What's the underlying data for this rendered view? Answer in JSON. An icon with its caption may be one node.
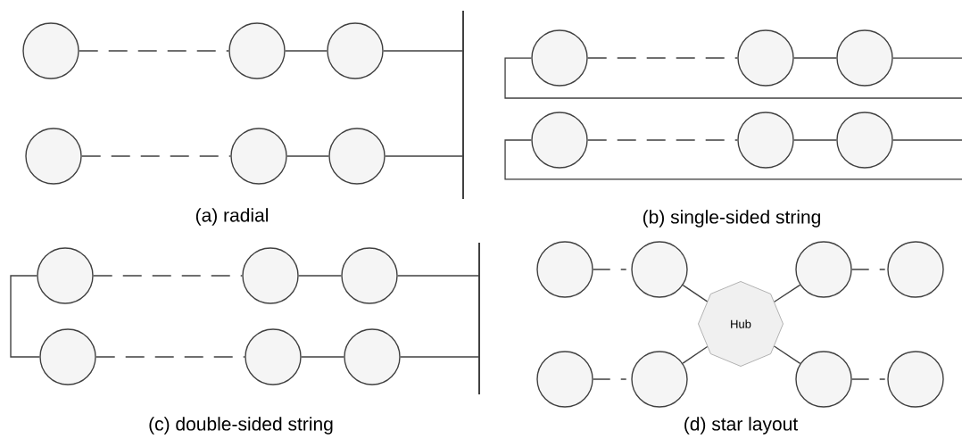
{
  "diagram": {
    "nodes": [
      {
        "text": [],
        "shape": "circle"
      },
      {
        "text": [],
        "shape": "circle"
      },
      {
        "text": [],
        "shape": "circle"
      },
      {
        "text": [],
        "shape": "circle"
      },
      {
        "text": [],
        "shape": "circle"
      },
      {
        "text": [],
        "shape": "circle"
      },
      {
        "text": [],
        "shape": "bar"
      },
      {
        "text": [],
        "shape": "circle"
      },
      {
        "text": [],
        "shape": "circle"
      },
      {
        "text": [],
        "shape": "circle"
      },
      {
        "text": [],
        "shape": "circle"
      },
      {
        "text": [],
        "shape": "circle"
      },
      {
        "text": [],
        "shape": "circle"
      },
      {
        "text": [],
        "shape": "circle"
      },
      {
        "text": [],
        "shape": "circle"
      },
      {
        "text": [],
        "shape": "circle"
      },
      {
        "text": [],
        "shape": "circle"
      },
      {
        "text": [],
        "shape": "circle"
      },
      {
        "text": [],
        "shape": "circle"
      },
      {
        "text": [],
        "shape": "bar"
      },
      {
        "text": [],
        "shape": "circle"
      },
      {
        "text": [],
        "shape": "circle"
      },
      {
        "text": [],
        "shape": "circle"
      },
      {
        "text": [],
        "shape": "circle"
      },
      {
        "text": [
          "Hub"
        ]
      },
      {
        "text": [],
        "shape": "circle"
      },
      {
        "text": [],
        "shape": "circle"
      },
      {
        "text": [],
        "shape": "circle"
      },
      {
        "text": [],
        "shape": "circle"
      }
    ],
    "edges": [
      {
        "from": 0,
        "to": 1,
        "arrow": "none",
        "style": "dashed"
      },
      {
        "from": 1,
        "to": 2,
        "arrow": "none"
      },
      {
        "from": 2,
        "to": 6,
        "arrow": "none"
      },
      {
        "from": 3,
        "to": 4,
        "arrow": "none",
        "style": "dashed"
      },
      {
        "from": 4,
        "to": 5,
        "arrow": "none"
      },
      {
        "from": 5,
        "to": 6,
        "arrow": "none"
      },
      {
        "from": 7,
        "to": 8,
        "arrow": "none",
        "style": "dashed"
      },
      {
        "from": 8,
        "to": 9,
        "arrow": "none"
      },
      {
        "from": 9,
        "to": null,
        "arrow": "none"
      },
      {
        "from": null,
        "to": 7,
        "arrow": "none"
      },
      {
        "from": 10,
        "to": 11,
        "arrow": "none",
        "style": "dashed"
      },
      {
        "from": 11,
        "to": 12,
        "arrow": "none"
      },
      {
        "from": 12,
        "to": null,
        "arrow": "none"
      },
      {
        "from": null,
        "to": 10,
        "arrow": "none"
      },
      {
        "from": 13,
        "to": 14,
        "arrow": "none",
        "style": "dashed"
      },
      {
        "from": 14,
        "to": 15,
        "arrow": "none"
      },
      {
        "from": 15,
        "to": 19,
        "arrow": "none"
      },
      {
        "from": 16,
        "to": 17,
        "arrow": "none",
        "style": "dashed"
      },
      {
        "from": 17,
        "to": 18,
        "arrow": "none"
      },
      {
        "from": 18,
        "to": 19,
        "arrow": "none"
      },
      {
        "from": 13,
        "to": 16,
        "arrow": "none"
      },
      {
        "from": 20,
        "to": 21,
        "arrow": "none",
        "style": "dashed"
      },
      {
        "from": 21,
        "to": 24,
        "arrow": "none"
      },
      {
        "from": 24,
        "to": 22,
        "arrow": "none"
      },
      {
        "from": 22,
        "to": 23,
        "arrow": "none",
        "style": "dashed"
      },
      {
        "from": 25,
        "to": 26,
        "arrow": "none",
        "style": "dashed"
      },
      {
        "from": 26,
        "to": 24,
        "arrow": "none"
      },
      {
        "from": 24,
        "to": 27,
        "arrow": "none"
      },
      {
        "from": 27,
        "to": 28,
        "arrow": "none",
        "style": "dashed"
      }
    ],
    "labels": [
      "(a) radial",
      "(b) single-sided string",
      "(c) double-sided string",
      "(d) star layout"
    ]
  }
}
